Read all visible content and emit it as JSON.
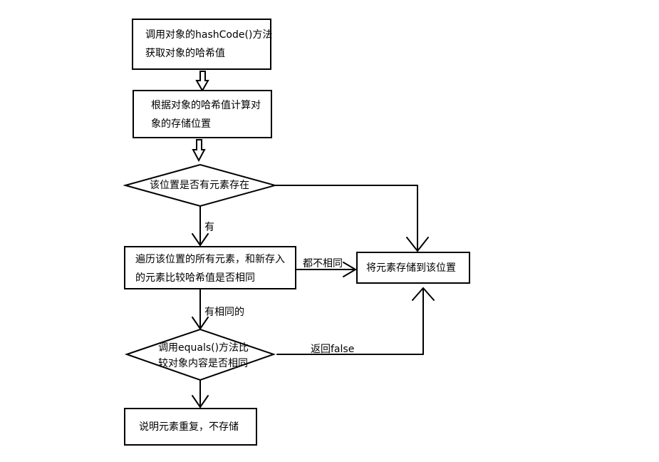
{
  "nodes": {
    "get_hash": {
      "lines": [
        "调用对象的hashCode()方法",
        "获取对象的哈希值"
      ]
    },
    "calc_position": {
      "lines": [
        "根据对象的哈希值计算对",
        "象的存储位置"
      ]
    },
    "check_position": {
      "lines": [
        "该位置是否有元素存在"
      ]
    },
    "traverse_compare": {
      "lines": [
        "遍历该位置的所有元素，和新存入",
        "的元素比较哈希值是否相同"
      ]
    },
    "store": {
      "lines": [
        "将元素存储到该位置"
      ]
    },
    "call_equals": {
      "lines": [
        "调用equals()方法比",
        "较对象内容是否相同"
      ]
    },
    "duplicate": {
      "lines": [
        "说明元素重复，不存储"
      ]
    }
  },
  "edge_labels": {
    "has": "有",
    "all_different": "都不相同",
    "has_same": "有相同的",
    "return_false": "返回false"
  }
}
